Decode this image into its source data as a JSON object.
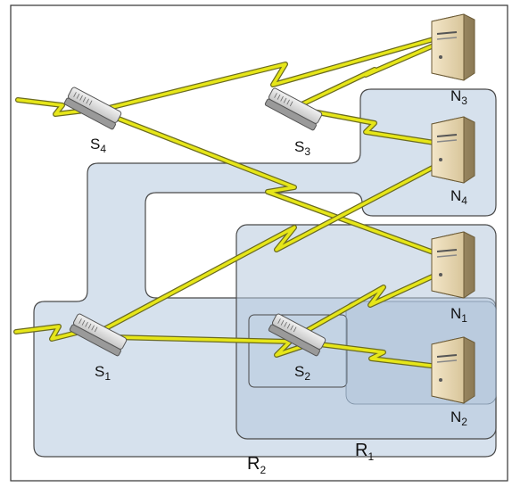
{
  "switches": [
    {
      "id": "S4",
      "label": "S",
      "sub": "4"
    },
    {
      "id": "S3",
      "label": "S",
      "sub": "3"
    },
    {
      "id": "S1",
      "label": "S",
      "sub": "1"
    },
    {
      "id": "S2",
      "label": "S",
      "sub": "2"
    }
  ],
  "nodes": [
    {
      "id": "N3",
      "label": "N",
      "sub": "3"
    },
    {
      "id": "N4",
      "label": "N",
      "sub": "4"
    },
    {
      "id": "N1",
      "label": "N",
      "sub": "1"
    },
    {
      "id": "N2",
      "label": "N",
      "sub": "2"
    }
  ],
  "regions": [
    {
      "id": "R1",
      "label": "R",
      "sub": "1"
    },
    {
      "id": "R2",
      "label": "R",
      "sub": "2"
    }
  ],
  "links": [
    [
      "S4",
      "N3"
    ],
    [
      "S3",
      "N3"
    ],
    [
      "S3",
      "N4"
    ],
    [
      "S4",
      "N1"
    ],
    [
      "S1",
      "N4"
    ],
    [
      "S1",
      "S2"
    ],
    [
      "S2",
      "N1"
    ],
    [
      "S2",
      "N2"
    ],
    [
      "ext",
      "S4"
    ],
    [
      "ext",
      "S1"
    ]
  ],
  "colors": {
    "region_fill": "#c9d7e6",
    "region_stroke": "#4a4a4a",
    "link_yellow": "#e8e800",
    "link_dark": "#5a5a1e"
  }
}
